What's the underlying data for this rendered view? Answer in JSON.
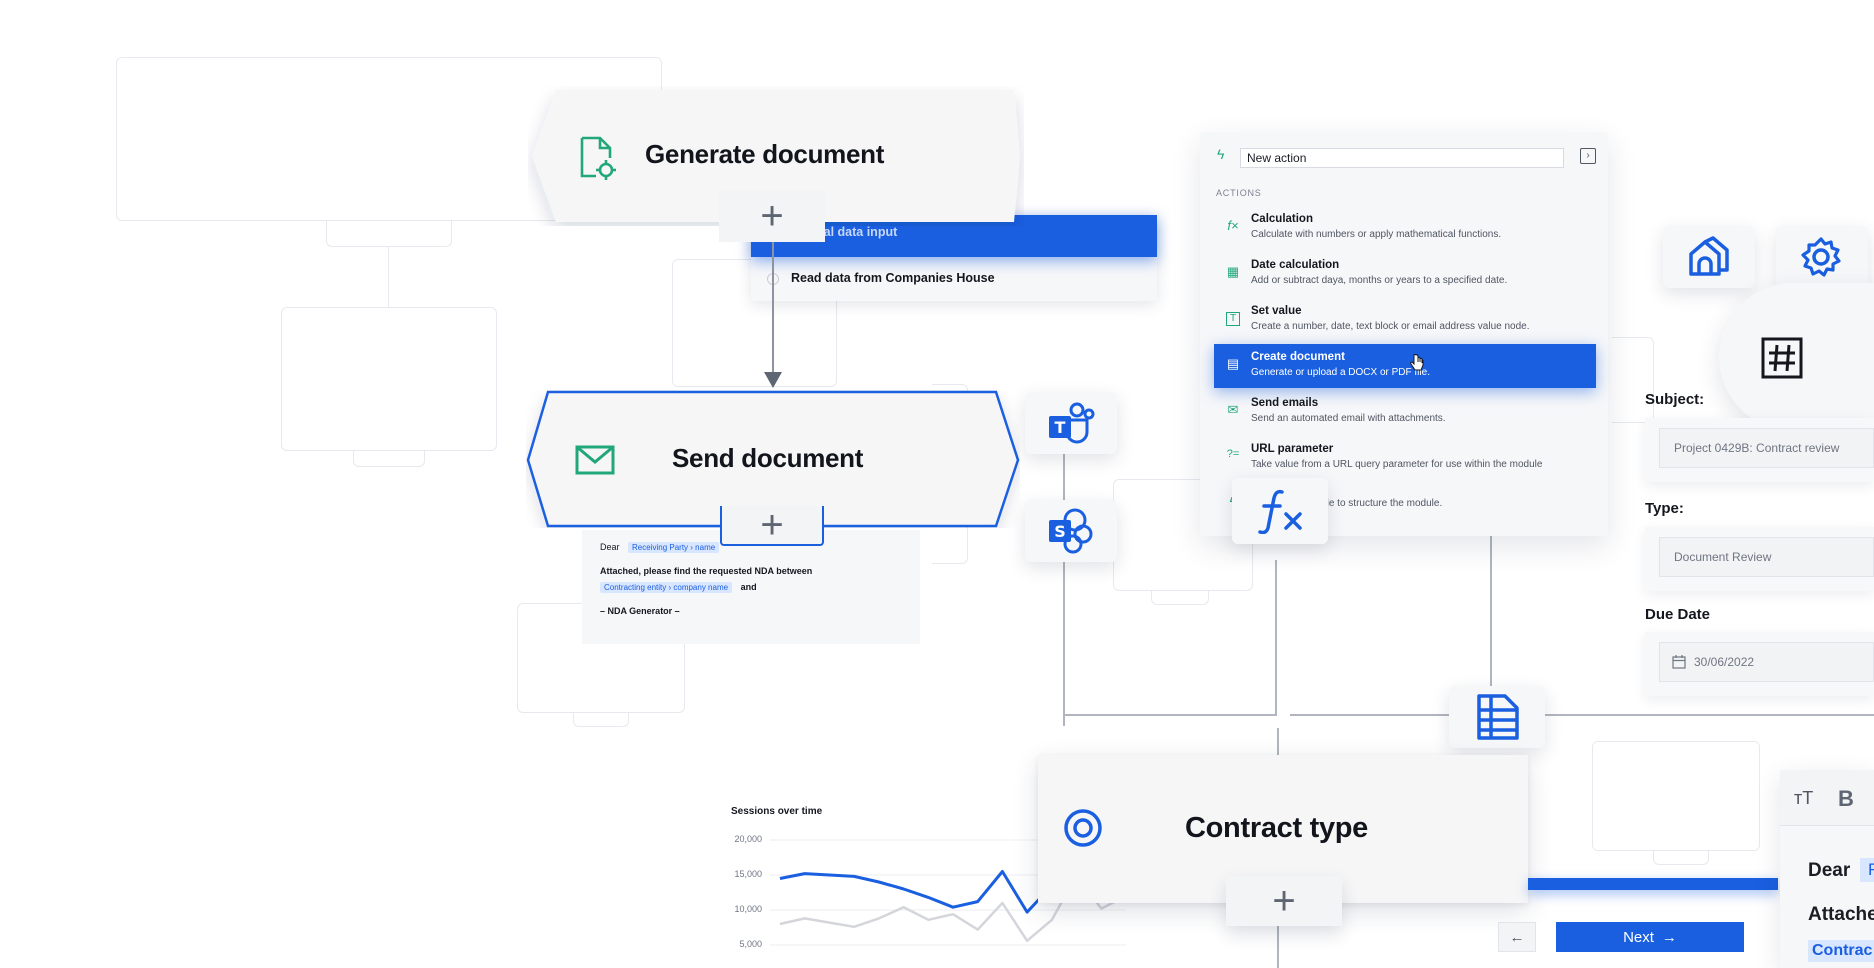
{
  "nodes": {
    "generate": {
      "title": "Generate document",
      "plus": "+"
    },
    "send": {
      "title": "Send document",
      "plus": "+"
    },
    "contract": {
      "title": "Contract type",
      "plus": "+"
    }
  },
  "input_card": {
    "items": [
      {
        "label": "Manual data input"
      },
      {
        "label": "Read data from Companies House"
      }
    ]
  },
  "palette": {
    "search_value": "New action",
    "section_label": "ACTIONS",
    "items": [
      {
        "icon": "function-icon",
        "glyph": "f×",
        "title": "Calculation",
        "desc": "Calculate with numbers or apply mathematical functions."
      },
      {
        "icon": "calendar-icon",
        "glyph": "▦",
        "title": "Date calculation",
        "desc": "Add or subtract daya, months or years to a specified date."
      },
      {
        "icon": "text-box-icon",
        "glyph": "T",
        "title": "Set value",
        "desc": "Create a number, date, text block or email address value node."
      },
      {
        "icon": "document-icon",
        "glyph": "▤",
        "title": "Create document",
        "desc": "Generate or upload a DOCX or PDF file."
      },
      {
        "icon": "mail-icon",
        "glyph": "✉",
        "title": "Send emails",
        "desc": "Send an automated email with attachments."
      },
      {
        "icon": "url-param-icon",
        "glyph": "?=",
        "title": "URL parameter",
        "desc": "Take value from a URL query parameter for use within the module"
      },
      {
        "icon": "structure-icon",
        "glyph": "ϟ",
        "title": "",
        "desc": "ned. Use this node to structure the module."
      }
    ]
  },
  "form": {
    "subject_label": "Subject:",
    "subject_value": "Project 0429B: Contract review",
    "type_label": "Type:",
    "type_value": "Document Review",
    "due_label": "Due Date",
    "due_value": "30/06/2022"
  },
  "email": {
    "dear": "Dear",
    "chip_party": "Receiving Party  ›  name",
    "body": "Attached, please find the requested NDA between",
    "chip_entity": "Contracting entity  ›  company name",
    "and": "and",
    "signoff": "– NDA Generator –"
  },
  "editor": {
    "font_size_btn": "тT",
    "bold_btn": "B",
    "dear": "Dear",
    "chip": "R",
    "attach": "Attache",
    "contract": "Contrac"
  },
  "buttons": {
    "back": "←",
    "next": "Next",
    "next_arrow": "→"
  },
  "chart_data": {
    "type": "line",
    "title": "Sessions over time",
    "yticks": [
      "20,000",
      "15,000",
      "10,000",
      "5,000"
    ],
    "ylim": [
      5000,
      20000
    ],
    "series": [
      {
        "color": "#1a5fe0",
        "values": [
          14500,
          15200,
          15000,
          14800,
          14000,
          13000,
          11800,
          10400,
          11200,
          15500,
          9700,
          13500,
          16500,
          14200,
          12000
        ]
      },
      {
        "color": "#d4d6db",
        "values": [
          8000,
          8800,
          8200,
          7600,
          8800,
          10400,
          8600,
          9400,
          7200,
          11000,
          5600,
          8600,
          15000,
          10200,
          12000
        ]
      }
    ],
    "accent": "#1a5fe0"
  }
}
